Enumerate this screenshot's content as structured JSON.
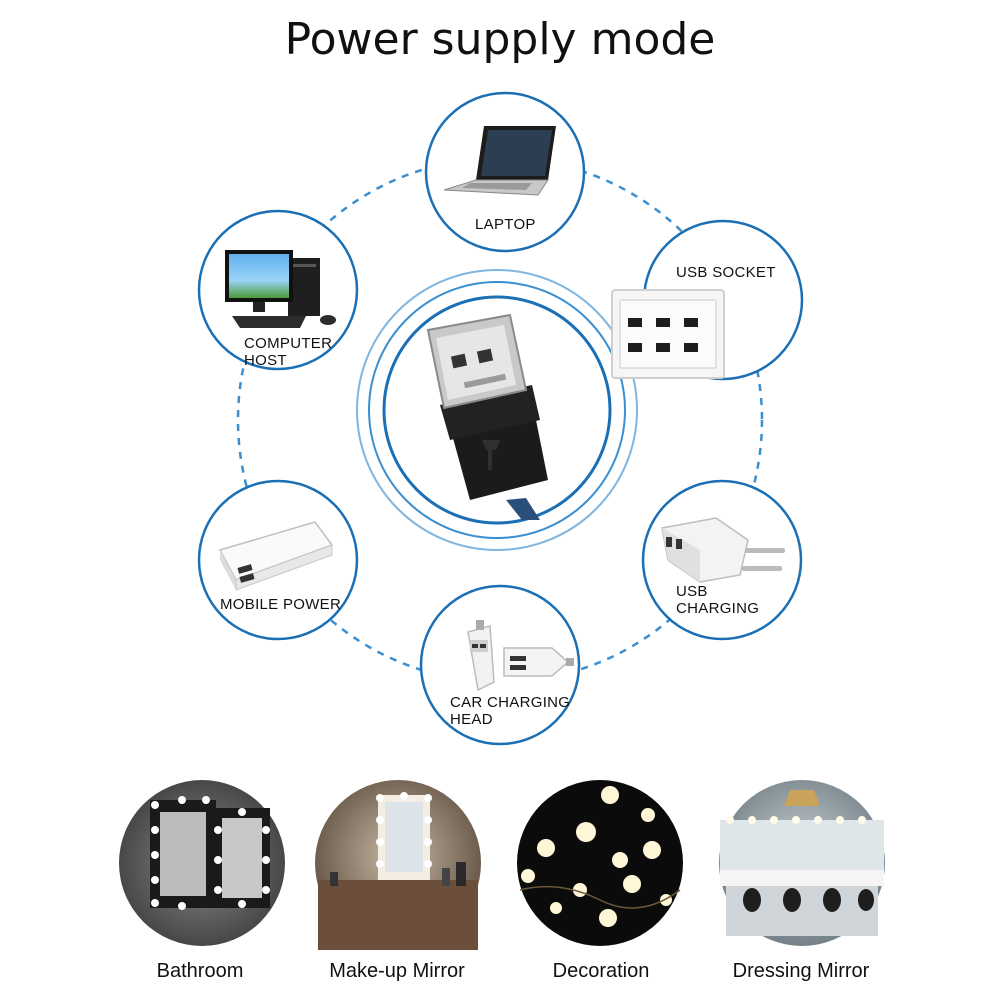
{
  "title": "Power supply mode",
  "devices": {
    "laptop": "LAPTOP",
    "usb_socket": "USB SOCKET",
    "computer_host_l1": "COMPUTER",
    "computer_host_l2": "HOST",
    "mobile_power": "MOBILE POWER",
    "usb_charging_l1": "USB",
    "usb_charging_l2": "CHARGING",
    "car_charging_l1": "CAR CHARGING",
    "car_charging_l2": "HEAD"
  },
  "scenes": [
    "Bathroom",
    "Make-up Mirror",
    "Decoration",
    "Dressing Mirror"
  ],
  "colors": {
    "ring": "#1a6fb5",
    "dash": "#3a8fd0",
    "usb_plug": "#1b1b1b"
  },
  "center_icon": "usb-plug-icon"
}
